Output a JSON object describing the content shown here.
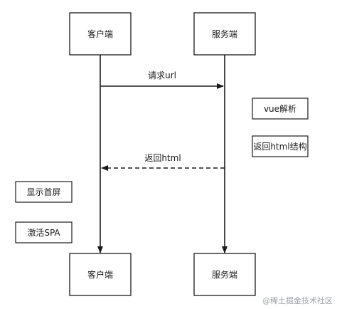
{
  "participants": {
    "client_top": "客户端",
    "server_top": "服务端",
    "client_bottom": "客户端",
    "server_bottom": "服务端"
  },
  "messages": {
    "request": "请求url",
    "response": "返回html"
  },
  "notes": {
    "vue_parse": "vue解析",
    "return_structure": "返回html结构",
    "show_screen": "显示首屏",
    "activate_spa": "激活SPA"
  },
  "watermark": "@稀土掘金技术社区",
  "colors": {
    "stroke": "#1a1a1a",
    "text": "#1a1a1a",
    "watermark": "#9aa0a6"
  }
}
